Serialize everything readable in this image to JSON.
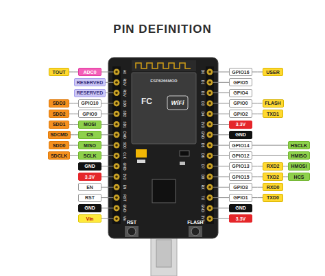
{
  "diagram": {
    "title": "PIN DEFINITION",
    "nodes": [
      {
        "text": [
          "TOUT"
        ]
      },
      {
        "text": [
          "ADC0"
        ]
      },
      {
        "text": [
          "GPIO16"
        ]
      },
      {
        "text": [
          "USER"
        ]
      },
      {
        "text": [
          "RESERVED"
        ]
      },
      {
        "text": [
          "GPIO5"
        ]
      },
      {
        "text": [
          "RESERVED"
        ]
      },
      {
        "text": [
          "GPIO4"
        ]
      },
      {
        "text": [
          "SDD3"
        ]
      },
      {
        "text": [
          "GPIO10"
        ]
      },
      {
        "text": [
          "GPIO0"
        ]
      },
      {
        "text": [
          "FLASH"
        ]
      },
      {
        "text": [
          "SDD2"
        ]
      },
      {
        "text": [
          "GPIO9"
        ]
      },
      {
        "text": [
          "GPIO2"
        ]
      },
      {
        "text": [
          "TXD1"
        ]
      },
      {
        "text": [
          "SDD1"
        ]
      },
      {
        "text": [
          "MOSI"
        ]
      },
      {
        "text": [
          "3.3V"
        ]
      },
      {
        "text": [
          "SDCMD"
        ]
      },
      {
        "text": [
          "CS"
        ]
      },
      {
        "text": [
          "GND"
        ]
      },
      {
        "text": [
          "SDD0"
        ]
      },
      {
        "text": [
          "MISO"
        ]
      },
      {
        "text": [
          "GPIO14"
        ]
      },
      {
        "text": [
          "HSCLK"
        ]
      },
      {
        "text": [
          "SDCLK"
        ]
      },
      {
        "text": [
          "SCLK"
        ]
      },
      {
        "text": [
          "GPIO12"
        ]
      },
      {
        "text": [
          "HMISO"
        ]
      },
      {
        "text": [
          "GND"
        ]
      },
      {
        "text": [
          "GPIO13"
        ]
      },
      {
        "text": [
          "RXD2"
        ]
      },
      {
        "text": [
          "HMOSI"
        ]
      },
      {
        "text": [
          "3.3V"
        ]
      },
      {
        "text": [
          "GPIO15"
        ]
      },
      {
        "text": [
          "TXD2"
        ]
      },
      {
        "text": [
          "HCS"
        ]
      },
      {
        "text": [
          "EN"
        ]
      },
      {
        "text": [
          "GPIO3"
        ]
      },
      {
        "text": [
          "RXD0"
        ]
      },
      {
        "text": [
          "RST"
        ]
      },
      {
        "text": [
          "GPIO1"
        ]
      },
      {
        "text": [
          "TXD0"
        ]
      },
      {
        "text": [
          "GND"
        ]
      },
      {
        "text": [
          "GND"
        ]
      },
      {
        "text": [
          "Vin"
        ]
      },
      {
        "text": [
          "3.3V"
        ]
      }
    ],
    "edges": [
      {
        "from": 0,
        "to": 1,
        "arrow": "none"
      },
      {
        "from": 2,
        "to": 3,
        "arrow": "none"
      },
      {
        "from": 8,
        "to": 9,
        "arrow": "none"
      },
      {
        "from": 10,
        "to": 11,
        "arrow": "none"
      },
      {
        "from": 12,
        "to": 13,
        "arrow": "none"
      },
      {
        "from": 14,
        "to": 15,
        "arrow": "none"
      },
      {
        "from": 16,
        "to": 17,
        "arrow": "none"
      },
      {
        "from": 19,
        "to": 20,
        "arrow": "none"
      },
      {
        "from": 22,
        "to": 23,
        "arrow": "none"
      },
      {
        "from": 24,
        "to": 25,
        "arrow": "none"
      },
      {
        "from": 26,
        "to": 27,
        "arrow": "none"
      },
      {
        "from": 28,
        "to": 29,
        "arrow": "none"
      },
      {
        "from": 31,
        "to": 32,
        "arrow": "none"
      },
      {
        "from": 32,
        "to": 33,
        "arrow": "none"
      },
      {
        "from": 35,
        "to": 36,
        "arrow": "none"
      },
      {
        "from": 36,
        "to": 37,
        "arrow": "none"
      },
      {
        "from": 39,
        "to": 40,
        "arrow": "none"
      },
      {
        "from": 42,
        "to": 43,
        "arrow": "none"
      }
    ],
    "labels": [
      "A0",
      "RSV",
      "RSV",
      "SD3",
      "SD2",
      "SD1",
      "CMD",
      "SD0",
      "CLK",
      "GND",
      "3V3",
      "EN",
      "RST",
      "GND",
      "Vin",
      "D0",
      "D1",
      "D2",
      "D3",
      "D4",
      "3V3",
      "GND",
      "D5",
      "D6",
      "D7",
      "D8",
      "RX",
      "TX",
      "GND",
      "3V3",
      "RST",
      "FLASH",
      "ESP8266MOD",
      "FC",
      "WiFi"
    ]
  }
}
